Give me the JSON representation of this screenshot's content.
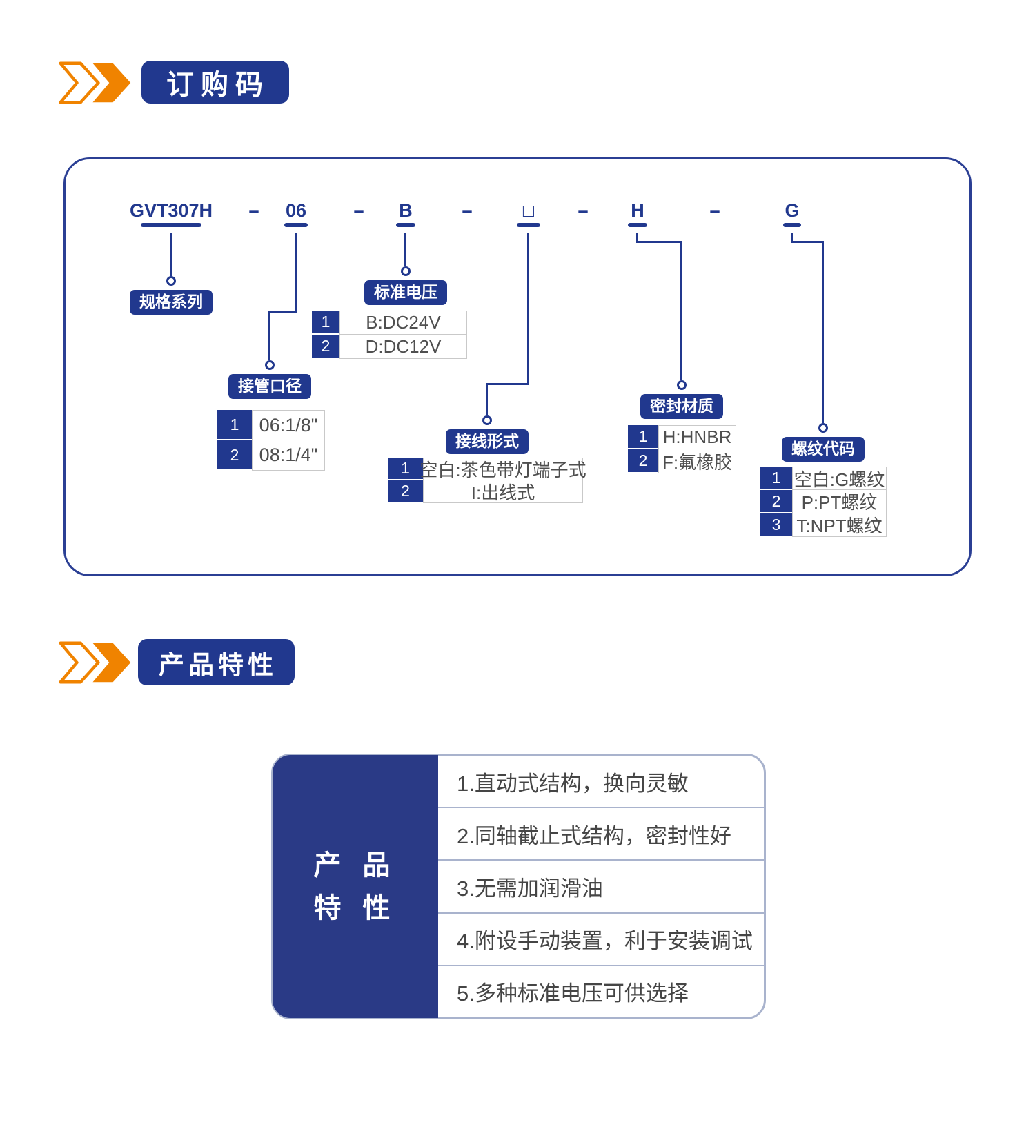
{
  "colors": {
    "navy": "#21388e",
    "panel_navy": "#2a3a86",
    "orange": "#f08300",
    "value_text": "#4f4f4f",
    "table_border": "#c9c9c9",
    "feature_border": "#a9b3cd"
  },
  "order": {
    "header": "订购码",
    "code_segments": [
      "GVT307H",
      "06",
      "B",
      "□",
      "H",
      "G"
    ],
    "separator": "–",
    "groups": [
      {
        "label": "规格系列",
        "rows": []
      },
      {
        "label": "接管口径",
        "rows": [
          {
            "num": "1",
            "value": "06:1/8\""
          },
          {
            "num": "2",
            "value": "08:1/4\""
          }
        ]
      },
      {
        "label": "标准电压",
        "rows": [
          {
            "num": "1",
            "value": "B:DC24V"
          },
          {
            "num": "2",
            "value": "D:DC12V"
          }
        ]
      },
      {
        "label": "接线形式",
        "rows": [
          {
            "num": "1",
            "value": "空白:茶色带灯端子式"
          },
          {
            "num": "2",
            "value": "I:出线式"
          }
        ]
      },
      {
        "label": "密封材质",
        "rows": [
          {
            "num": "1",
            "value": "H:HNBR"
          },
          {
            "num": "2",
            "value": "F:氟橡胶"
          }
        ]
      },
      {
        "label": "螺纹代码",
        "rows": [
          {
            "num": "1",
            "value": "空白:G螺纹"
          },
          {
            "num": "2",
            "value": "P:PT螺纹"
          },
          {
            "num": "3",
            "value": "T:NPT螺纹"
          }
        ]
      }
    ]
  },
  "features": {
    "header": "产品特性",
    "panel_line1": "产 品",
    "panel_line2": "特 性",
    "items": [
      "1.直动式结构，换向灵敏",
      "2.同轴截止式结构，密封性好",
      "3.无需加润滑油",
      "4.附设手动装置，利于安装调试",
      "5.多种标准电压可供选择"
    ]
  }
}
